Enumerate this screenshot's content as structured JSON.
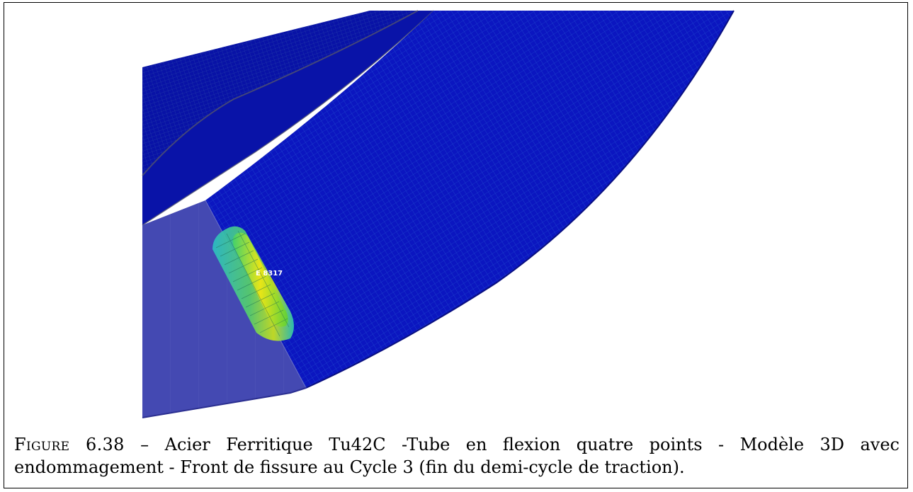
{
  "figure": {
    "label": "Figure 6.38",
    "separator": " – ",
    "caption_text": "Acier Ferritique Tu42C -Tube en flexion quatre points - Modèle 3D avec endommagement - Front de fissure au Cycle 3 (fin du demi-cycle de traction)."
  },
  "render": {
    "element_label": "E 8317",
    "colors": {
      "mesh_base": "#0a13b8",
      "mesh_dark": "#070b8a",
      "mesh_lines": "#1f56c8",
      "crack_cyan": "#2cc7c4",
      "crack_green": "#6fd02e",
      "crack_yellow": "#e6e419"
    }
  }
}
